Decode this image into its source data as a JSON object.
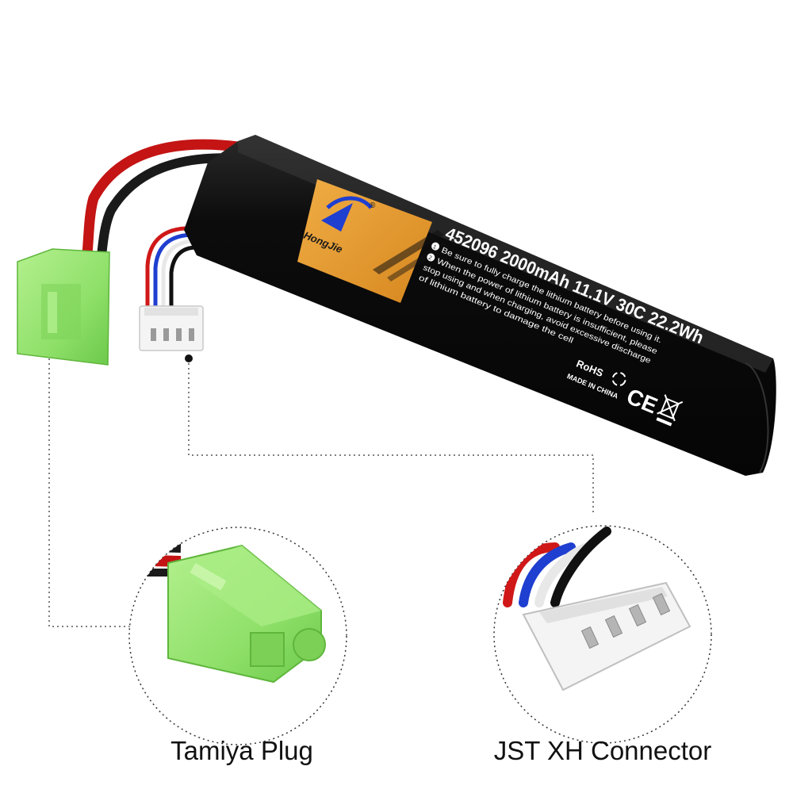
{
  "product": {
    "brand": "HongJie",
    "registered_mark": "®",
    "spec_line": "452096 2000mAh 11.1V 30C 22.2Wh",
    "warning_1": "Be sure to fully charge the lithium battery before using it.",
    "warning_2_line_1": "When the power of lithium battery is insufficient, please",
    "warning_2_line_2": "stop using and when charging, avoid excessive discharge",
    "warning_2_line_3": "of lithium battery to damage the cell",
    "bullet_1": "1",
    "bullet_2": "2",
    "rohs": "RoHS",
    "made_in": "MADE IN CHINA",
    "ce": "CE"
  },
  "callouts": {
    "left_label": "Tamiya Plug",
    "right_label": "JST XH Connector"
  },
  "colors": {
    "battery_body": "#0b0b0b",
    "label_orange": "#e29a2e",
    "plug_green": "#8fe06a",
    "wire_red": "#d01818",
    "wire_blue": "#1f3fd0",
    "connector_white": "#f4f4f4"
  },
  "icons": {
    "recycle": "recycle-icon",
    "weee": "crossed-bin-icon"
  }
}
